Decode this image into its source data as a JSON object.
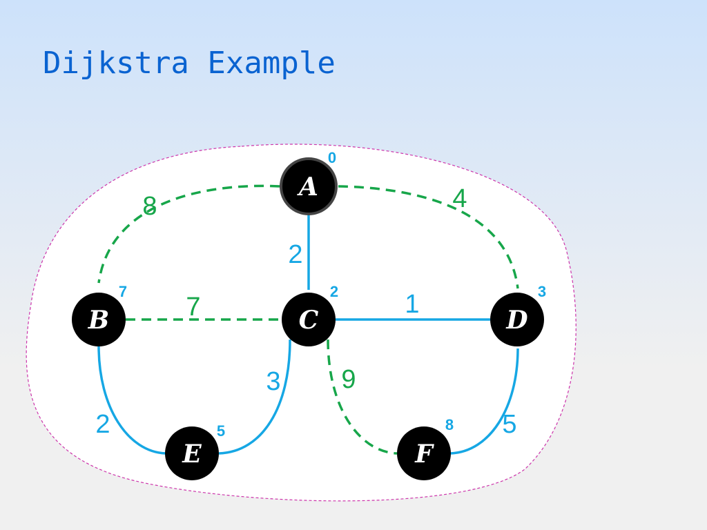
{
  "title": "Dijkstra Example",
  "colors": {
    "title": "#0a63d1",
    "tree_edge": "#16a7e4",
    "nontree_edge": "#17a64a",
    "node_fill": "#000000",
    "source_node_stroke": "#444444",
    "distance_label": "#16a7e4",
    "boundary": "#cc33aa"
  },
  "nodes": [
    {
      "id": "A",
      "label": "A",
      "distance": "0"
    },
    {
      "id": "B",
      "label": "B",
      "distance": "7"
    },
    {
      "id": "C",
      "label": "C",
      "distance": "2"
    },
    {
      "id": "D",
      "label": "D",
      "distance": "3"
    },
    {
      "id": "E",
      "label": "E",
      "distance": "5"
    },
    {
      "id": "F",
      "label": "F",
      "distance": "8"
    }
  ],
  "edges": [
    {
      "from": "A",
      "to": "B",
      "weight": "8",
      "style": "dashed"
    },
    {
      "from": "A",
      "to": "D",
      "weight": "4",
      "style": "dashed"
    },
    {
      "from": "A",
      "to": "C",
      "weight": "2",
      "style": "solid"
    },
    {
      "from": "B",
      "to": "C",
      "weight": "7",
      "style": "dashed"
    },
    {
      "from": "C",
      "to": "D",
      "weight": "1",
      "style": "solid"
    },
    {
      "from": "B",
      "to": "E",
      "weight": "2",
      "style": "solid"
    },
    {
      "from": "C",
      "to": "E",
      "weight": "3",
      "style": "solid"
    },
    {
      "from": "C",
      "to": "F",
      "weight": "9",
      "style": "dashed"
    },
    {
      "from": "D",
      "to": "F",
      "weight": "5",
      "style": "solid"
    }
  ]
}
